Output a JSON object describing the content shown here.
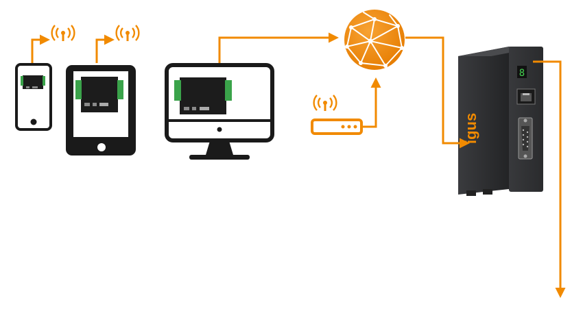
{
  "colors": {
    "accent": "#f18a00",
    "device_outline": "#1a1a1a",
    "module_body": "#1c1c1c",
    "terminal_green": "#3aa34a",
    "controller_body": "#2e2f31",
    "display_green": "#43d050"
  },
  "icons": {
    "smartphone": "smartphone-icon",
    "tablet": "tablet-icon",
    "monitor": "monitor-icon",
    "router": "router-icon",
    "globe": "globe-icon",
    "wifi": "wifi-icon",
    "controller": "controller-device",
    "network_port": "ethernet-port-icon",
    "serial_port": "serial-port-icon"
  },
  "controller": {
    "display_digit": "8",
    "brand_text": "igus"
  }
}
